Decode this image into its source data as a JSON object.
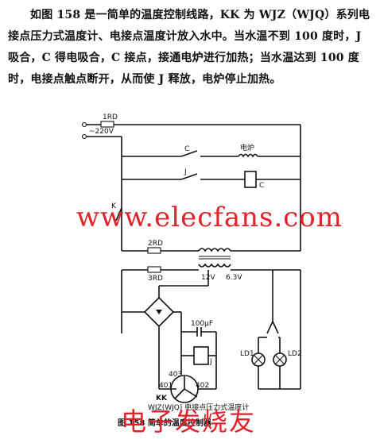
{
  "description": "如图 158 是一简单的温度控制线路，KK 为 WJZ（WJQ）系列电接点压力式温度计、电接点温度计放入水中。当水温不到 100 度时，J 吸合，C 得电吸合，C 接点，接通电炉进行加热；当水温达到 100 度时，电接点触点断开，从而使 J 释放，电炉停止加热。",
  "labels": {
    "fuse1": "1RD",
    "supply": "~220V",
    "contact_c": "C",
    "heater": "电炉",
    "contact_j": "J",
    "coil_c": "C",
    "switch_k": "K",
    "fuse2": "2RD",
    "fuse3": "3RD",
    "sec1": "12V",
    "sec2": "6.3V",
    "cap": "100μF",
    "relay_j": "J",
    "lamp1": "LD1",
    "lamp2": "LD2",
    "t403": "403",
    "t401": "401",
    "t402": "402",
    "kk": "KK",
    "kk_desc": "WJZ(WJQ) 电接点压力式温度计"
  },
  "caption": "图 158  简单的温度控制器",
  "watermark": "www.elecfans.com",
  "watermark2": "电子发烧友"
}
